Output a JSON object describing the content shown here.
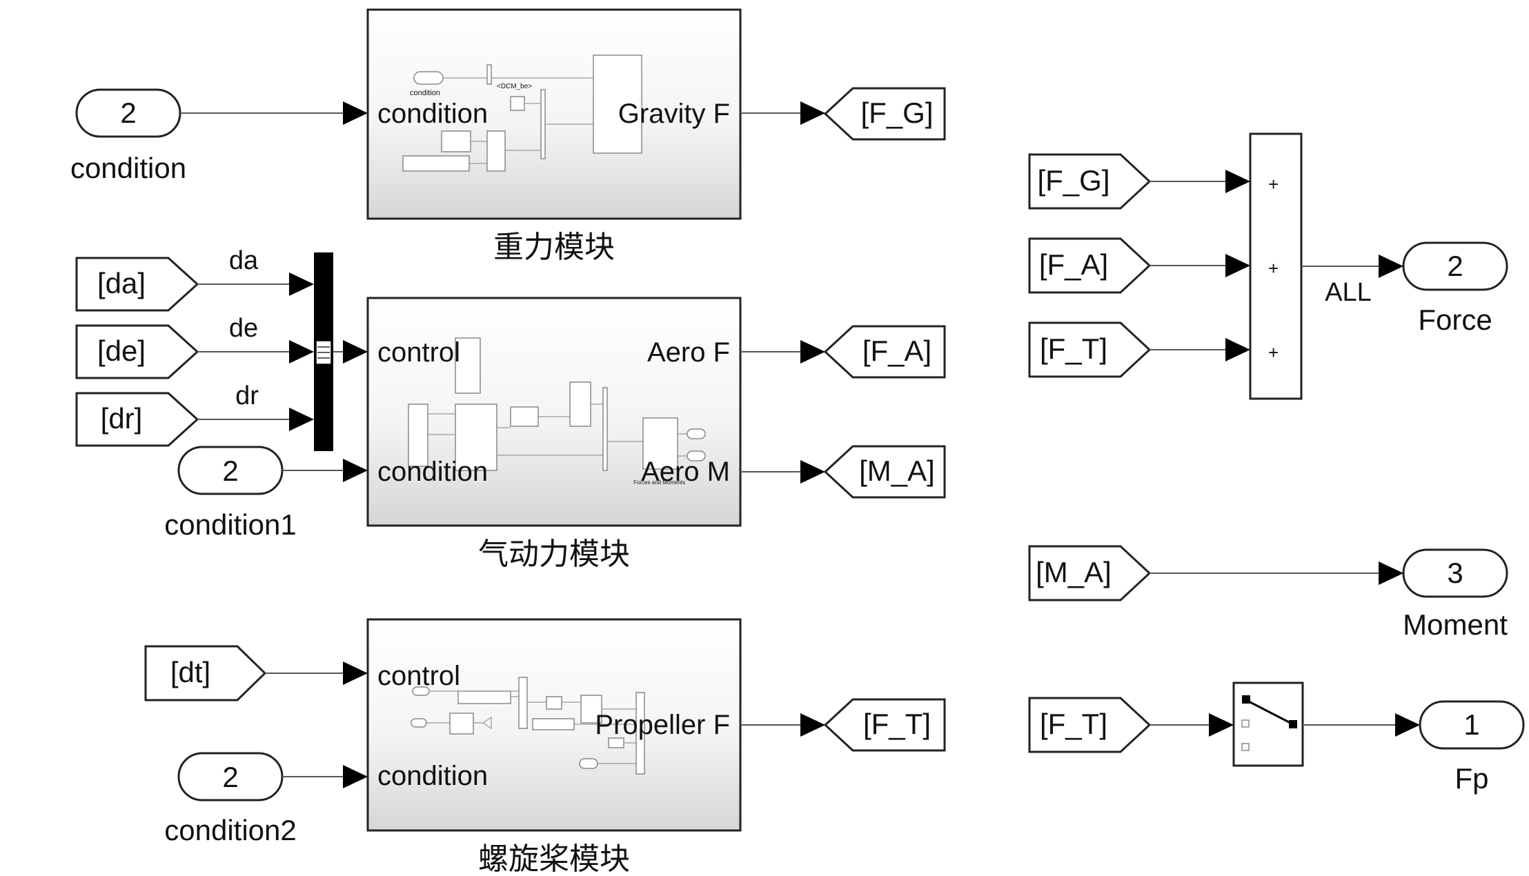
{
  "subsystems": {
    "gravity": {
      "title": "重力模块",
      "in_ports": [
        "condition"
      ],
      "out_ports": [
        "Gravity F"
      ]
    },
    "aero": {
      "title": "气动力模块",
      "in_ports": [
        "control",
        "condition"
      ],
      "out_ports": [
        "Aero F",
        "Aero M"
      ]
    },
    "propeller": {
      "title": "螺旋桨模块",
      "in_ports": [
        "control",
        "condition"
      ],
      "out_ports": [
        "Propeller F"
      ]
    }
  },
  "inports": {
    "condition": {
      "num": "2",
      "label": "condition"
    },
    "condition1": {
      "num": "2",
      "label": "condition1"
    },
    "condition2": {
      "num": "2",
      "label": "condition2"
    }
  },
  "from_tags": {
    "da": "[da]",
    "de": "[de]",
    "dr": "[dr]",
    "dt": "[dt]",
    "fg_right": "[F_G]",
    "fa_right": "[F_A]",
    "ft_right": "[F_T]",
    "ma_right": "[M_A]",
    "ft_right2": "[F_T]"
  },
  "goto_tags": {
    "fg": "[F_G]",
    "fa": "[F_A]",
    "ma": "[M_A]",
    "ft": "[F_T]"
  },
  "signal_labels": {
    "da": "da",
    "de": "de",
    "dr": "dr",
    "all": "ALL"
  },
  "sum_signs": [
    "+",
    "+",
    "+"
  ],
  "outports": {
    "force": {
      "num": "2",
      "label": "Force"
    },
    "moment": {
      "num": "3",
      "label": "Moment"
    },
    "fp": {
      "num": "1",
      "label": "Fp"
    }
  },
  "inner_texts": {
    "gravity_cond": "condition",
    "gravity_dcm": "<DCM_be>",
    "aero_cond": "condition",
    "aero_out": "Forces and Moments",
    "prop_out": "Propeller F"
  }
}
